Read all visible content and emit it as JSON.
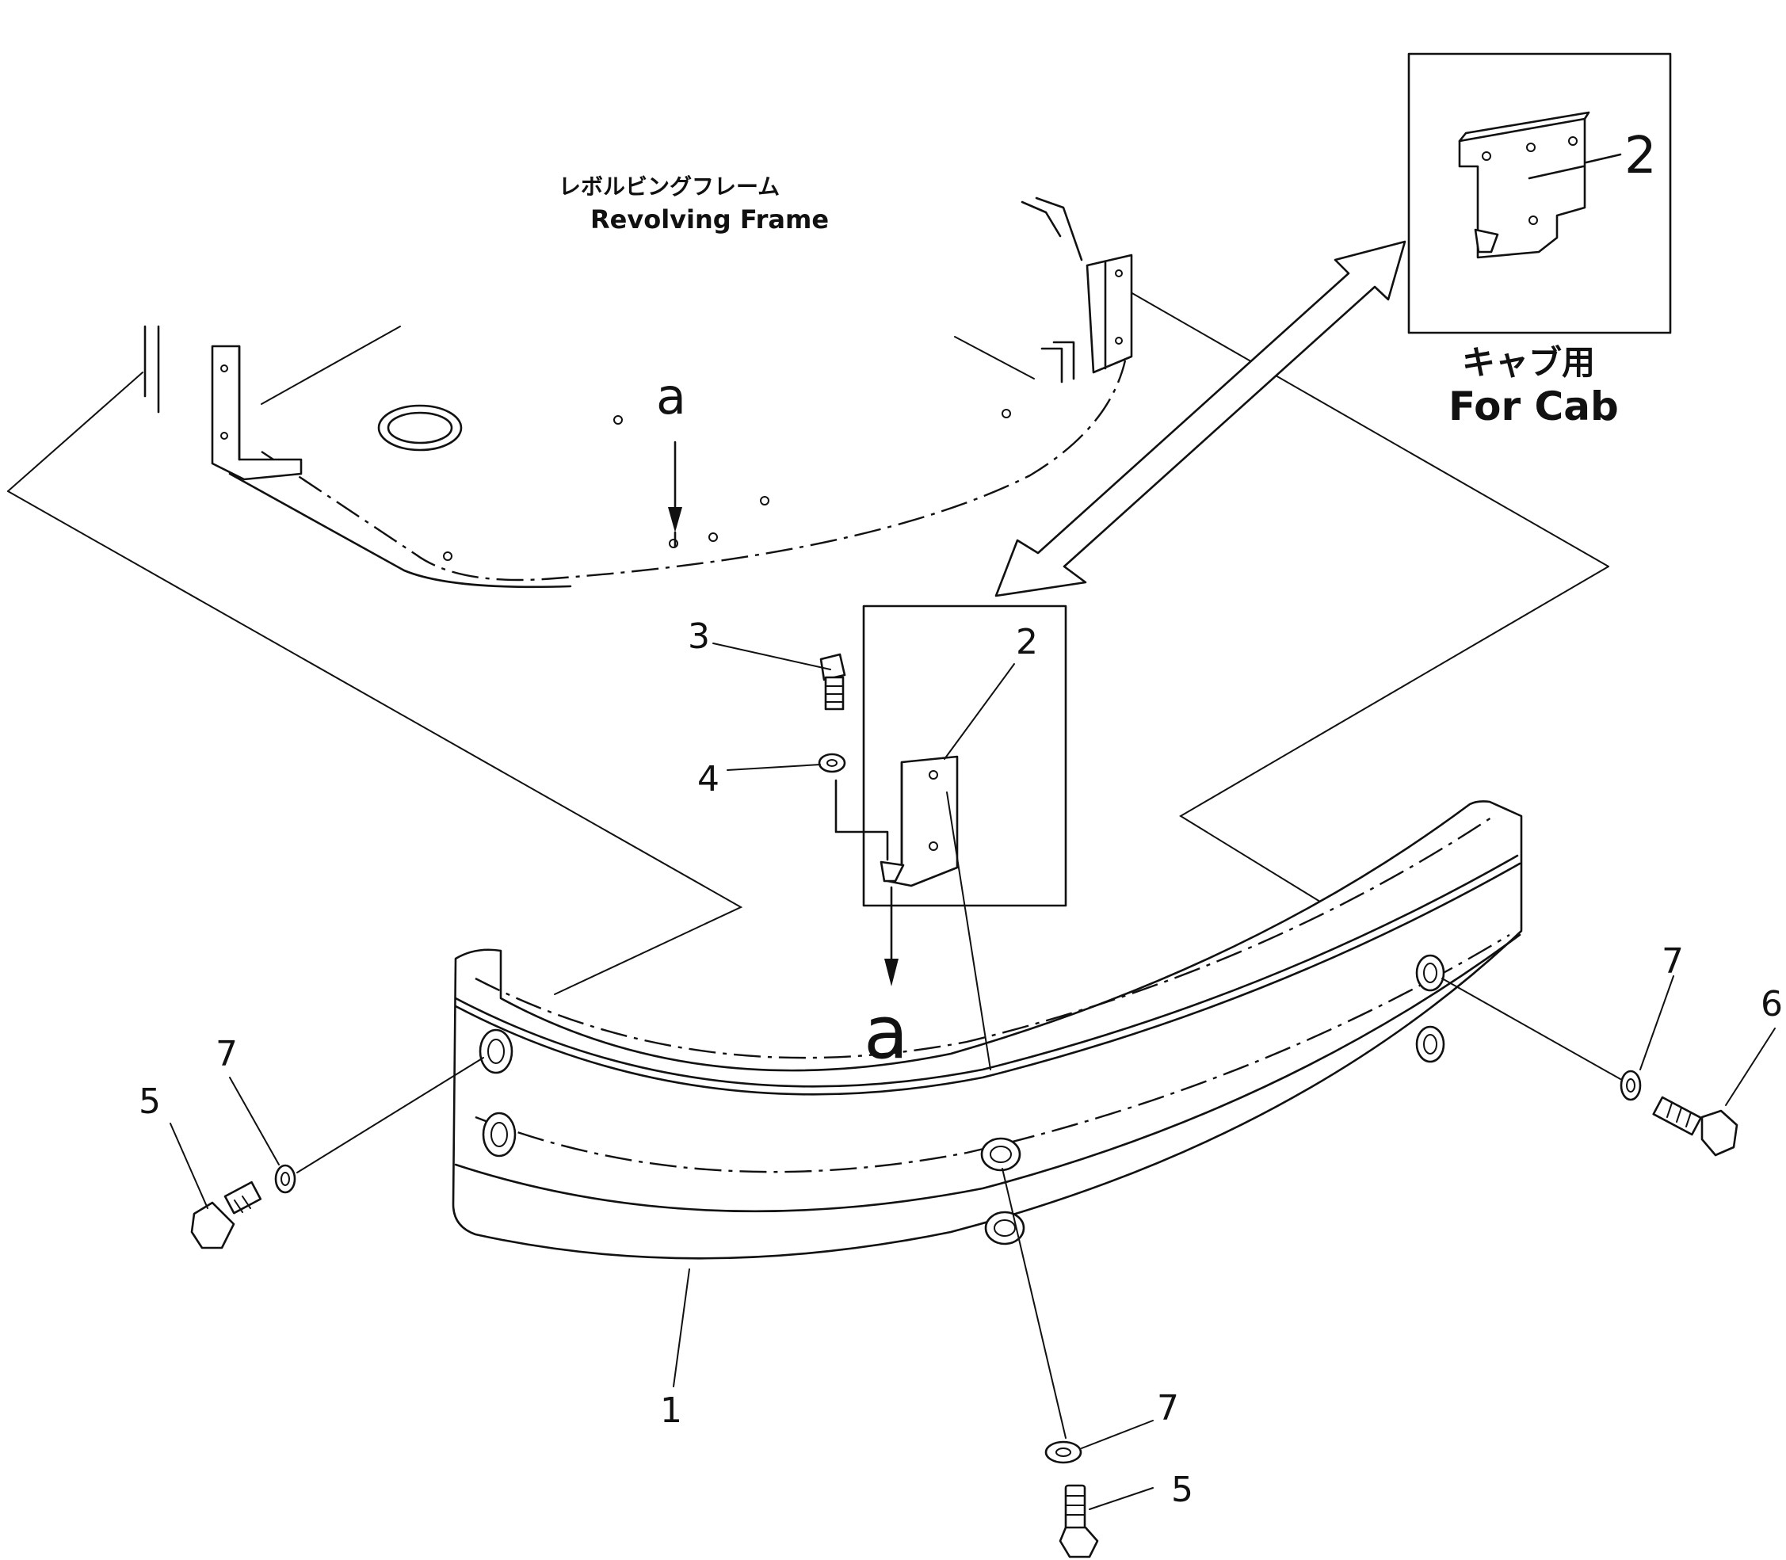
{
  "frame_label": {
    "jp": "レボルビングフレーム",
    "en": "Revolving Frame"
  },
  "inset_label": {
    "jp": "キャブ用",
    "en": "For Cab"
  },
  "view_markers": {
    "upper": "a",
    "lower": "a"
  },
  "callouts": {
    "c1": "1",
    "c2_inset": "2",
    "c2_main": "2",
    "c3": "3",
    "c4": "4",
    "c5_left": "5",
    "c5_bottom": "5",
    "c6": "6",
    "c7_left": "7",
    "c7_right": "7",
    "c7_bottom": "7"
  }
}
